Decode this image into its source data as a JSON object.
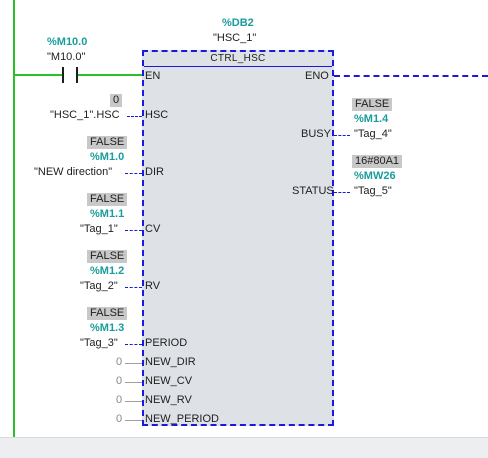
{
  "rail": {
    "color": "#27c227"
  },
  "contact": {
    "address": "%M10.0",
    "tag": "\"M10.0\""
  },
  "block": {
    "instance_db": "%DB2",
    "instance_name": "\"HSC_1\"",
    "type": "CTRL_HSC",
    "pins_in": {
      "en": "EN",
      "hsc": "HSC",
      "dir": "DIR",
      "cv": "CV",
      "rv": "RV",
      "period": "PERIOD",
      "new_dir": "NEW_DIR",
      "new_cv": "NEW_CV",
      "new_rv": "NEW_RV",
      "new_period": "NEW_PERIOD"
    },
    "pins_out": {
      "eno": "ENO",
      "busy": "BUSY",
      "status": "STATUS"
    }
  },
  "inputs": {
    "hsc": {
      "value": "0",
      "tag": "\"HSC_1\".HSC"
    },
    "dir": {
      "value": "FALSE",
      "address": "%M1.0",
      "tag": "\"NEW direction\""
    },
    "cv": {
      "value": "FALSE",
      "address": "%M1.1",
      "tag": "\"Tag_1\""
    },
    "rv": {
      "value": "FALSE",
      "address": "%M1.2",
      "tag": "\"Tag_2\""
    },
    "period": {
      "value": "FALSE",
      "address": "%M1.3",
      "tag": "\"Tag_3\""
    },
    "new_dir": {
      "value": "0"
    },
    "new_cv": {
      "value": "0"
    },
    "new_rv": {
      "value": "0"
    },
    "new_period": {
      "value": "0"
    }
  },
  "outputs": {
    "busy": {
      "value": "FALSE",
      "address": "%M1.4",
      "tag": "\"Tag_4\""
    },
    "status": {
      "value": "16#80A1",
      "address": "%MW26",
      "tag": "\"Tag_5\""
    }
  }
}
